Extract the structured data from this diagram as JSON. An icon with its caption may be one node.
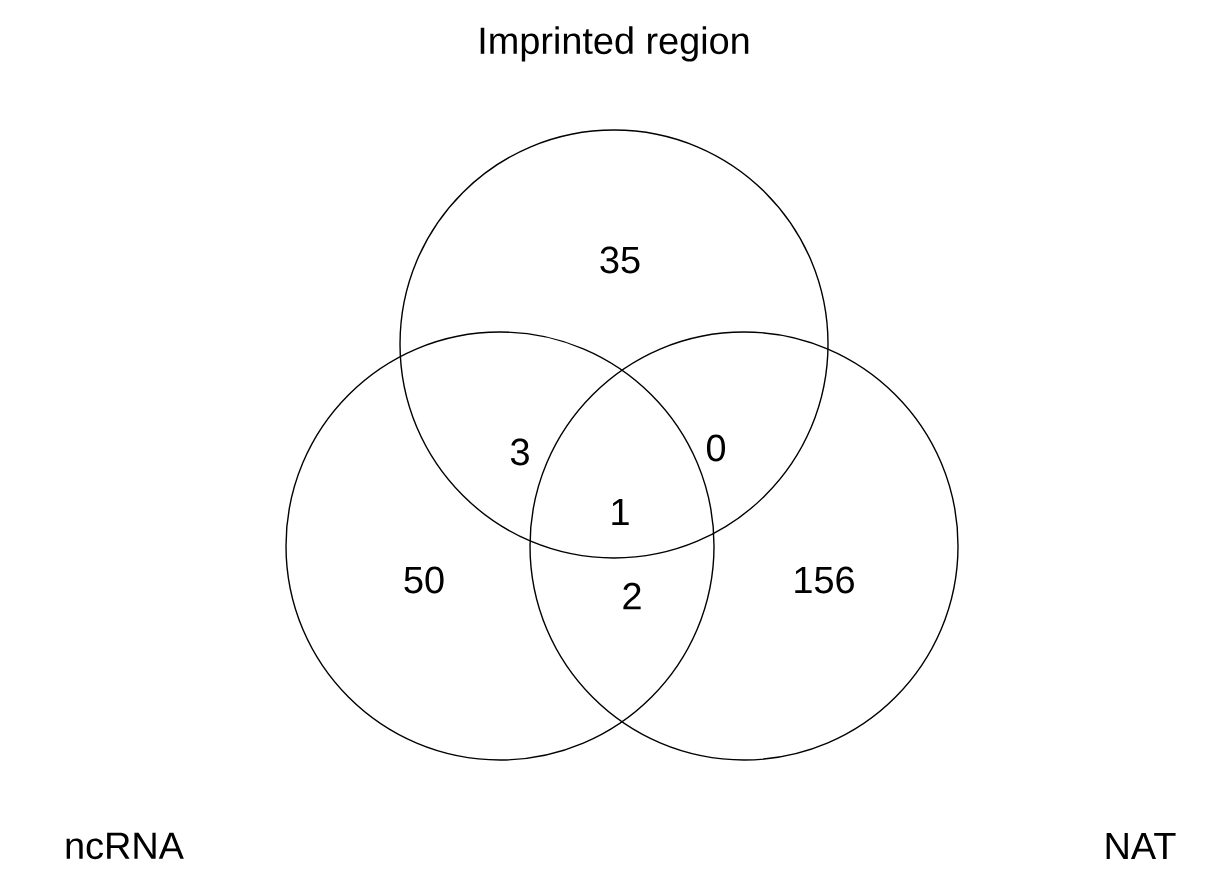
{
  "diagram": {
    "nodes": [
      {
        "text": [
          "Imprinted region"
        ]
      },
      {
        "text": [
          "ncRNA"
        ]
      },
      {
        "text": [
          "NAT"
        ]
      }
    ],
    "labels": [
      "35",
      "3",
      "0",
      "1",
      "50",
      "2",
      "156"
    ]
  }
}
